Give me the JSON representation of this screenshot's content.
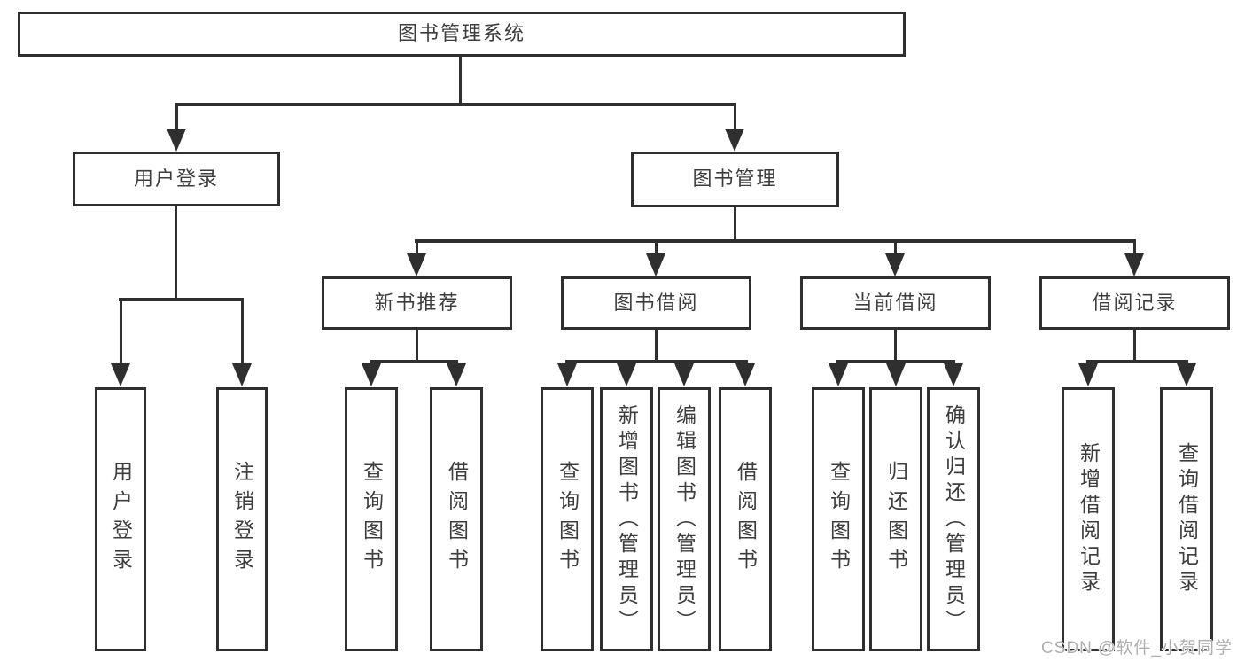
{
  "diagram": {
    "title": "图书管理系统",
    "root": {
      "label": "图书管理系统"
    },
    "branches": [
      {
        "label": "用户登录",
        "children": [
          {
            "label": "用户登录"
          },
          {
            "label": "注销登录"
          }
        ]
      },
      {
        "label": "图书管理",
        "children": [
          {
            "label": "新书推荐",
            "children": [
              {
                "label": "查询图书"
              },
              {
                "label": "借阅图书"
              }
            ]
          },
          {
            "label": "图书借阅",
            "children": [
              {
                "label": "查询图书"
              },
              {
                "label": "新增图书（管理员）"
              },
              {
                "label": "编辑图书（管理员）"
              },
              {
                "label": "借阅图书"
              }
            ]
          },
          {
            "label": "当前借阅",
            "children": [
              {
                "label": "查询图书"
              },
              {
                "label": "归还图书"
              },
              {
                "label": "确认归还（管理员）"
              }
            ]
          },
          {
            "label": "借阅记录",
            "children": [
              {
                "label": "新增借阅记录"
              },
              {
                "label": "查询借阅记录"
              }
            ]
          }
        ]
      }
    ]
  },
  "watermark": {
    "text": "CSDN @软件_小贺同学"
  },
  "colors": {
    "background": "#ffffff",
    "line": "#2f2f2f",
    "text": "#3d3d3d",
    "watermark": "#aeaeae"
  }
}
